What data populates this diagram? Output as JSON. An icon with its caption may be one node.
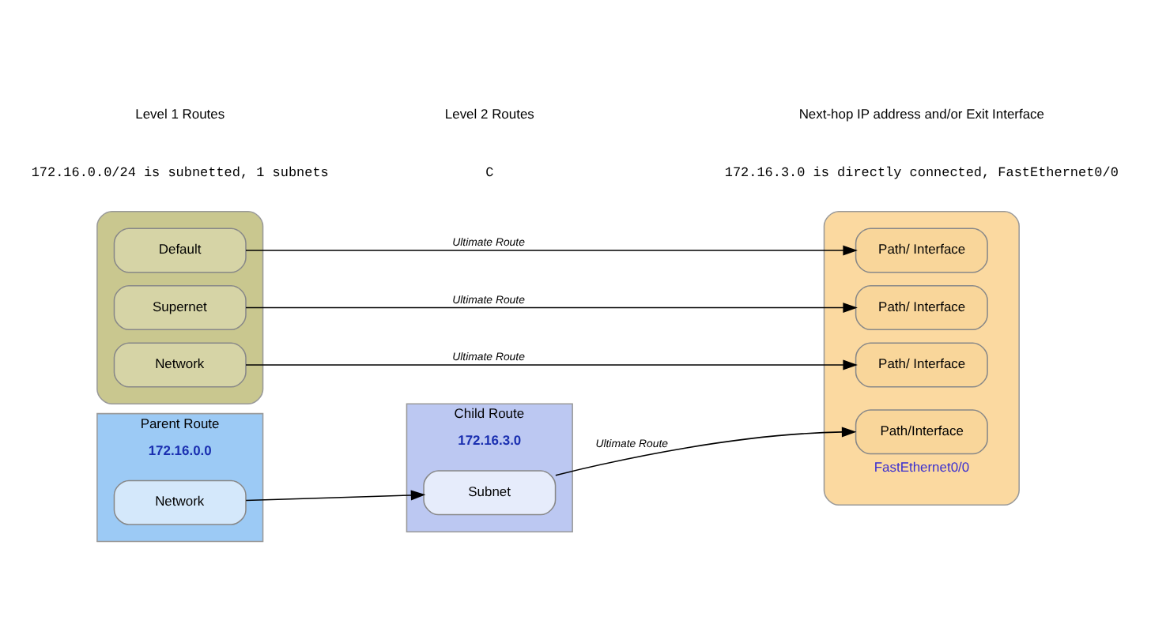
{
  "diagram": {
    "nodes": [
      {
        "text": [],
        "shape": "box"
      },
      {
        "text": [
          "Default"
        ],
        "in": 0
      },
      {
        "text": [
          "Supernet"
        ],
        "in": 0
      },
      {
        "text": [
          "Network"
        ],
        "in": 0
      },
      {
        "text": [
          "Parent Route",
          "172.16.0.0"
        ]
      },
      {
        "text": [
          "Network"
        ],
        "in": 4
      },
      {
        "text": [
          "Child Route",
          "172.16.3.0"
        ]
      },
      {
        "text": [
          "Subnet"
        ],
        "in": 6
      },
      {
        "text": [],
        "shape": "box"
      },
      {
        "text": [
          "Path/ Interface"
        ],
        "in": 8
      },
      {
        "text": [
          "Path/ Interface"
        ],
        "in": 8
      },
      {
        "text": [
          "Path/ Interface"
        ],
        "in": 8
      },
      {
        "text": [
          "Path/Interface"
        ],
        "in": 8,
        "beside": [
          "FastEthernet0/0"
        ]
      }
    ],
    "edges": [
      {
        "from": 1,
        "to": 9,
        "arrow": "to",
        "label": "Ultimate Route"
      },
      {
        "from": 2,
        "to": 10,
        "arrow": "to",
        "label": "Ultimate Route"
      },
      {
        "from": 3,
        "to": 11,
        "arrow": "to",
        "label": "Ultimate Route"
      },
      {
        "from": 5,
        "to": 7,
        "arrow": "to"
      },
      {
        "from": 7,
        "to": 12,
        "arrow": "to",
        "label": "Ultimate Route"
      }
    ],
    "labels": [
      "172.16.0.0/24 is subnetted, 1 subnets",
      "C",
      "172.16.3.0 is directly connected, FastEthernet0/0",
      "Level 1 Routes",
      "Level 2 Routes",
      "Next-hop IP address and/or Exit Interface"
    ]
  }
}
